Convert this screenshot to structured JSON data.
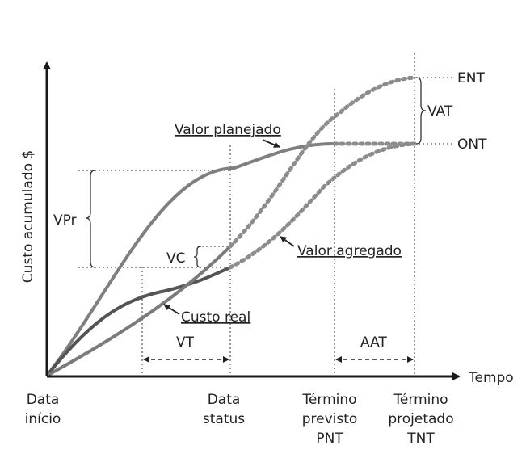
{
  "axes": {
    "y_label": "Custo acumulado $",
    "x_label": "Tempo"
  },
  "curves": {
    "planned": "Valor planejado",
    "earned": "Valor agregado",
    "actual": "Custo real"
  },
  "measures": {
    "vpr": "VPr",
    "vc": "VC",
    "vt": "VT",
    "aat": "AAT",
    "vat": "VAT",
    "ent": "ENT",
    "ont": "ONT"
  },
  "x_points": {
    "start": [
      "Data",
      "início"
    ],
    "status": [
      "Data",
      "status"
    ],
    "planned_end": [
      "Término",
      "previsto",
      "PNT"
    ],
    "projected_end": [
      "Término",
      "projetado",
      "TNT"
    ]
  },
  "colors": {
    "axis": "#1a1a1a",
    "planned_curve": "#7f7f7f",
    "actual_curve": "#545454",
    "earned_curve": "#7a7a7a"
  }
}
